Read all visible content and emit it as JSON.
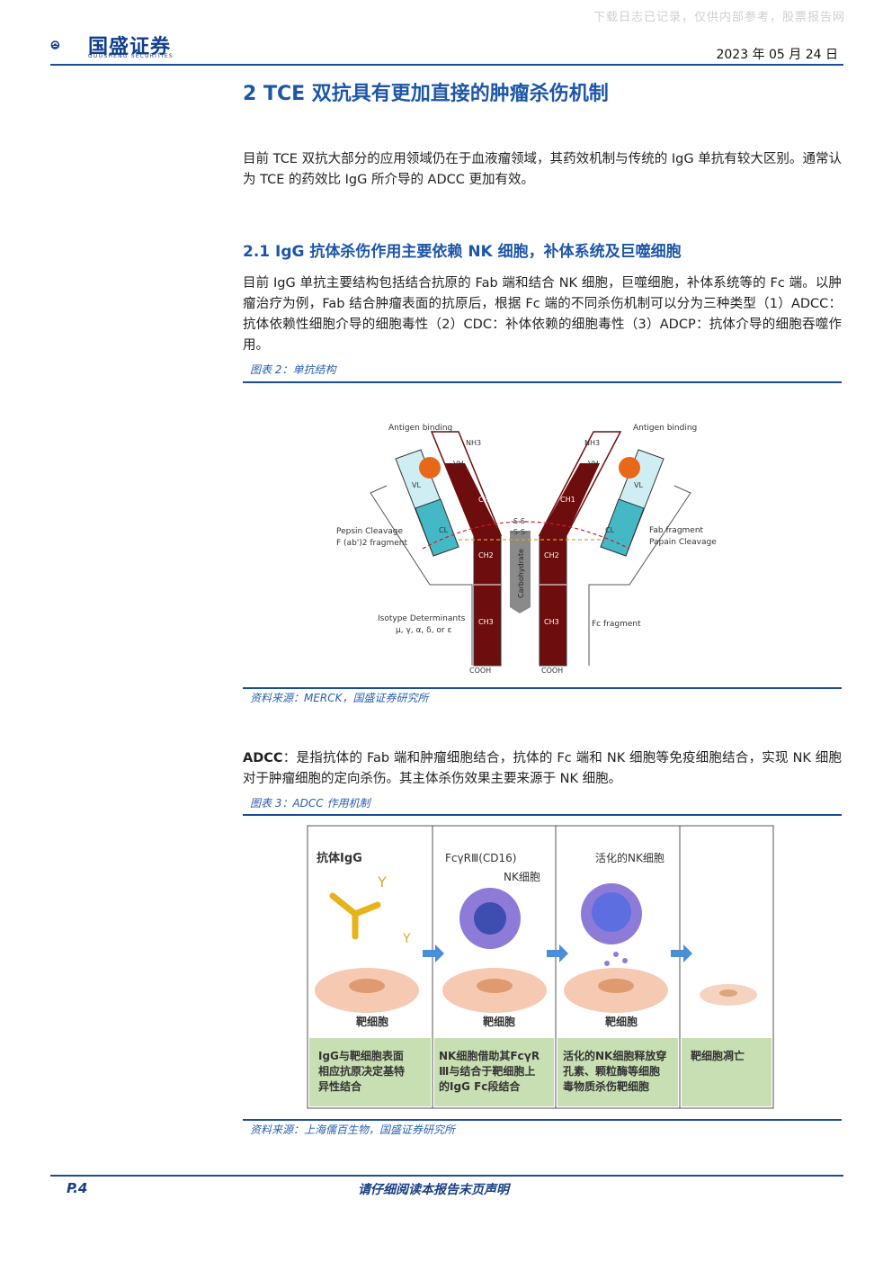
{
  "watermark": "下载日志已记录，仅供内部参考，股票报告网",
  "header": {
    "logo_text": "国盛证券",
    "logo_sub": "GUOSHENG SECURITIES",
    "date": "2023 年 05 月 24 日"
  },
  "section": {
    "title": "2 TCE 双抗具有更加直接的肿瘤杀伤机制",
    "intro": "目前 TCE 双抗大部分的应用领域仍在于血液瘤领域，其药效机制与传统的 IgG 单抗有较大区别。通常认为 TCE 的药效比 IgG 所介导的 ADCC 更加有效。"
  },
  "subsection": {
    "title": "2.1 IgG 抗体杀伤作用主要依赖 NK 细胞，补体系统及巨噬细胞",
    "para": "目前 IgG 单抗主要结构包括结合抗原的 Fab 端和结合 NK 细胞，巨噬细胞，补体系统等的 Fc 端。以肿瘤治疗为例，Fab 结合肿瘤表面的抗原后，根据 Fc 端的不同杀伤机制可以分为三种类型（1）ADCC：抗体依赖性细胞介导的细胞毒性（2）CDC：补体依赖的细胞毒性（3）ADCP：抗体介导的细胞吞噬作用。"
  },
  "figure2": {
    "caption": "图表 2：单抗结构",
    "source": "资料来源：MERCK，国盛证券研究所",
    "labels": {
      "antigen_binding": "Antigen binding",
      "nh3": "NH3",
      "vh": "VH",
      "vl": "VL",
      "ch1": "CH1",
      "cl": "CL",
      "ss": "-S-S-",
      "ch2": "CH2",
      "ch3": "CH3",
      "cooh": "COOH",
      "carbohydrate": "Carbohydrate",
      "pepsin": "Pepsin Cleavage",
      "fab2": "F (ab')2 fragment",
      "fab_fragment": "Fab fragment",
      "papain": "Papain Cleavage",
      "isotype": "Isotype Determinants",
      "isotype_list": "μ, γ, α, δ, or ε",
      "fc_fragment": "Fc fragment"
    }
  },
  "adcc": {
    "label": "ADCC",
    "text": "：是指抗体的 Fab 端和肿瘤细胞结合，抗体的 Fc 端和 NK 细胞等免疫细胞结合，实现 NK 细胞对于肿瘤细胞的定向杀伤。其主体杀伤效果主要来源于 NK 细胞。"
  },
  "figure3": {
    "caption": "图表 3：ADCC 作用机制",
    "source": "资料来源：上海儒百生物，国盛证券研究所",
    "panels": [
      {
        "top": "抗体IgG",
        "cell": "靶细胞",
        "desc": [
          "IgG与靶细胞表面",
          "相应抗原决定基特",
          "异性结合"
        ]
      },
      {
        "top": "FcγRⅢ(CD16)",
        "top2": "NK细胞",
        "cell": "靶细胞",
        "desc": [
          "NK细胞借助其FcγR",
          "Ⅲ与结合于靶细胞上",
          "的IgG Fc段结合"
        ]
      },
      {
        "top": "活化的NK细胞",
        "cell": "靶细胞",
        "desc": [
          "活化的NK细胞释放穿",
          "孔素、颗粒酶等细胞",
          "毒物质杀伤靶细胞"
        ]
      },
      {
        "cell": "",
        "desc": [
          "靶细胞凋亡"
        ]
      }
    ]
  },
  "footer": {
    "page": "P.4",
    "note": "请仔细阅读本报告末页声明"
  },
  "colors": {
    "brand": "#1d56a8",
    "heavy_chain": "#7a1010",
    "light_chain_vl": "#cfeef3",
    "light_chain_cl": "#45b8c6",
    "antigen": "#e8681a",
    "panel_bg": "#c7dfb2"
  }
}
